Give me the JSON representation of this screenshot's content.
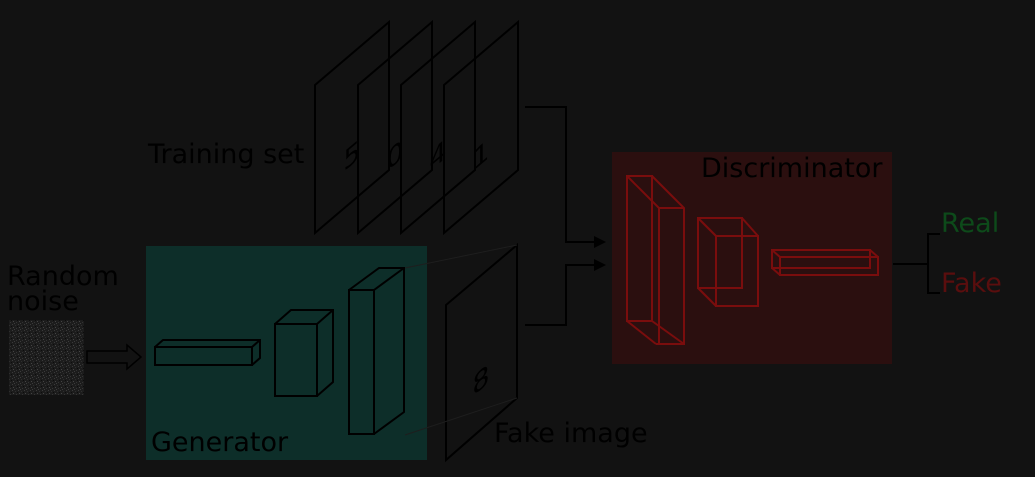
{
  "diagram": {
    "labels": {
      "training_set": "Training set",
      "random_noise_line1": "Random",
      "random_noise_line2": "noise",
      "generator": "Generator",
      "fake_image": "Fake image",
      "discriminator": "Discriminator",
      "real": "Real",
      "fake": "Fake"
    },
    "training_digits": [
      "5",
      "0",
      "4",
      "1"
    ],
    "fake_digit": "8",
    "colors": {
      "background": "#121212",
      "generator_box": "#0d2e29",
      "discriminator_box": "#2b0f0f",
      "generator_blocks": "#000000",
      "discriminator_blocks": "#7a0d0d",
      "real_text": "#0d4a1a",
      "fake_text": "#5a0e0e",
      "text": "#000000"
    }
  }
}
